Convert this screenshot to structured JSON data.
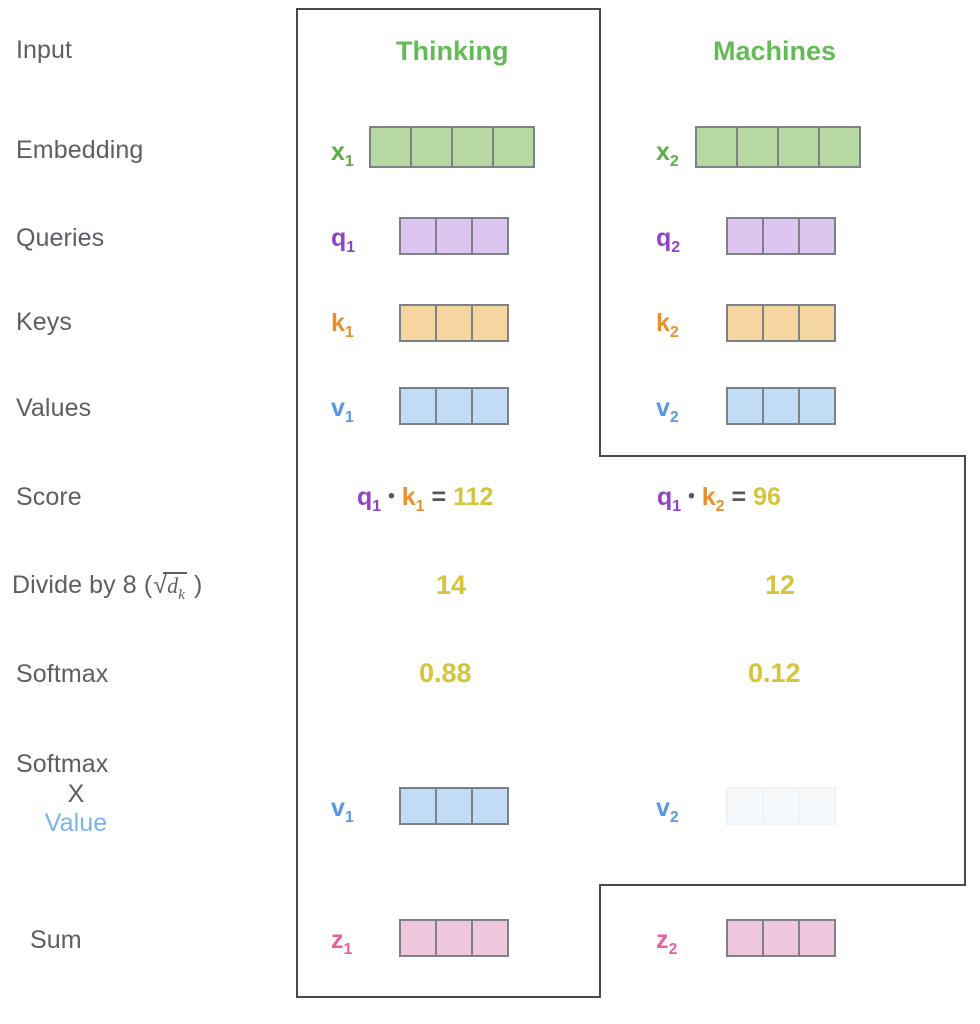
{
  "title": "Self-Attention Calculation Walkthrough",
  "colors": {
    "green": "#5aae44",
    "green_fill": "#b5d9a0",
    "purple": "#8e44c7",
    "purple_fill": "#dcc6ef",
    "orange": "#eb8f2e",
    "orange_fill": "#f5d5a0",
    "blue": "#5698e8",
    "blue_fill": "#c3dcf5",
    "pink": "#e8609c",
    "pink_fill": "#f0c8dd",
    "yellow": "#d4c53a",
    "label_gray": "#5b5f63",
    "border_gray": "#7d8287",
    "frame_gray": "#4a4a4a",
    "faded_fill": "#f6f9fc",
    "value_blue": "#7ab4ee"
  },
  "row_labels": [
    {
      "id": "input",
      "text": "Input"
    },
    {
      "id": "embedding",
      "text": "Embedding"
    },
    {
      "id": "queries",
      "text": "Queries"
    },
    {
      "id": "keys",
      "text": "Keys"
    },
    {
      "id": "values",
      "text": "Values"
    },
    {
      "id": "score",
      "text": "Score"
    },
    {
      "id": "divide",
      "text": "Divide by 8 ("
    },
    {
      "id": "softmax",
      "text": "Softmax"
    },
    {
      "id": "softmax-x-value",
      "text": "Softmax X Value"
    },
    {
      "id": "sum",
      "text": "Sum"
    }
  ],
  "divide_label": {
    "prefix": "Divide by 8 (",
    "radicand": "d",
    "radicand_sub": "k",
    "suffix": ")"
  },
  "softmax_value_label": {
    "line1": "Softmax",
    "line2": "X",
    "line3": "Value"
  },
  "columns": [
    {
      "id": "col-thinking",
      "header": "Thinking"
    },
    {
      "id": "col-machines",
      "header": "Machines"
    }
  ],
  "vectors": {
    "embedding": [
      {
        "symbol": "x",
        "sub": "1",
        "cells": 4,
        "color_class": "c-green",
        "fill": "#b5d9a0"
      },
      {
        "symbol": "x",
        "sub": "2",
        "cells": 4,
        "color_class": "c-green",
        "fill": "#b5d9a0"
      }
    ],
    "queries": [
      {
        "symbol": "q",
        "sub": "1",
        "cells": 3,
        "color_class": "c-purple",
        "fill": "#dcc6ef"
      },
      {
        "symbol": "q",
        "sub": "2",
        "cells": 3,
        "color_class": "c-purple",
        "fill": "#dcc6ef"
      }
    ],
    "keys": [
      {
        "symbol": "k",
        "sub": "1",
        "cells": 3,
        "color_class": "c-orange",
        "fill": "#f5d5a0"
      },
      {
        "symbol": "k",
        "sub": "2",
        "cells": 3,
        "color_class": "c-orange",
        "fill": "#f5d5a0"
      }
    ],
    "values": [
      {
        "symbol": "v",
        "sub": "1",
        "cells": 3,
        "color_class": "c-blue",
        "fill": "#c3dcf5"
      },
      {
        "symbol": "v",
        "sub": "2",
        "cells": 3,
        "color_class": "c-blue",
        "fill": "#c3dcf5"
      }
    ],
    "weighted_values": [
      {
        "symbol": "v",
        "sub": "1",
        "cells": 3,
        "color_class": "c-blue",
        "fill": "#c3dcf5",
        "faded": false
      },
      {
        "symbol": "v",
        "sub": "2",
        "cells": 3,
        "color_class": "c-blue",
        "fill": "#f6f9fc",
        "faded": true
      }
    ],
    "sum": [
      {
        "symbol": "z",
        "sub": "1",
        "cells": 3,
        "color_class": "c-pink",
        "fill": "#f0c8dd"
      },
      {
        "symbol": "z",
        "sub": "2",
        "cells": 3,
        "color_class": "c-pink",
        "fill": "#f0c8dd"
      }
    ]
  },
  "score_row": [
    {
      "q_symbol": "q",
      "q_sub": "1",
      "operator": "•",
      "k_symbol": "k",
      "k_sub": "1",
      "equals": "=",
      "result": "112"
    },
    {
      "q_symbol": "q",
      "q_sub": "1",
      "operator": "•",
      "k_symbol": "k",
      "k_sub": "2",
      "equals": "=",
      "result": "96"
    }
  ],
  "divide_row": [
    {
      "value": "14"
    },
    {
      "value": "12"
    }
  ],
  "softmax_row": [
    {
      "value": "0.88"
    },
    {
      "value": "0.12"
    }
  ],
  "chart_data": {
    "type": "table",
    "title": "Self-Attention Calculation Walkthrough",
    "row_headers": [
      "Input",
      "Embedding",
      "Queries",
      "Keys",
      "Values",
      "Score",
      "Divide by 8 ( sqrt(d_k) )",
      "Softmax",
      "Softmax X Value",
      "Sum"
    ],
    "column_headers": [
      "Thinking",
      "Machines"
    ],
    "rows": [
      {
        "label": "Input",
        "values": [
          "Thinking",
          "Machines"
        ]
      },
      {
        "label": "Embedding",
        "values": [
          "x1 (4 cells)",
          "x2 (4 cells)"
        ]
      },
      {
        "label": "Queries",
        "values": [
          "q1 (3 cells)",
          "q2 (3 cells)"
        ]
      },
      {
        "label": "Keys",
        "values": [
          "k1 (3 cells)",
          "k2 (3 cells)"
        ]
      },
      {
        "label": "Values",
        "values": [
          "v1 (3 cells)",
          "v2 (3 cells)"
        ]
      },
      {
        "label": "Score",
        "values": [
          "q1 • k1 = 112",
          "q1 • k2 = 96"
        ]
      },
      {
        "label": "Divide by 8 ( sqrt(d_k) )",
        "values": [
          "14",
          "12"
        ]
      },
      {
        "label": "Softmax",
        "values": [
          "0.88",
          "0.12"
        ]
      },
      {
        "label": "Softmax X Value",
        "values": [
          "v1 (full opacity)",
          "v2 (faded)"
        ]
      },
      {
        "label": "Sum",
        "values": [
          "z1 (3 cells)",
          "z2 (3 cells)"
        ]
      }
    ]
  }
}
